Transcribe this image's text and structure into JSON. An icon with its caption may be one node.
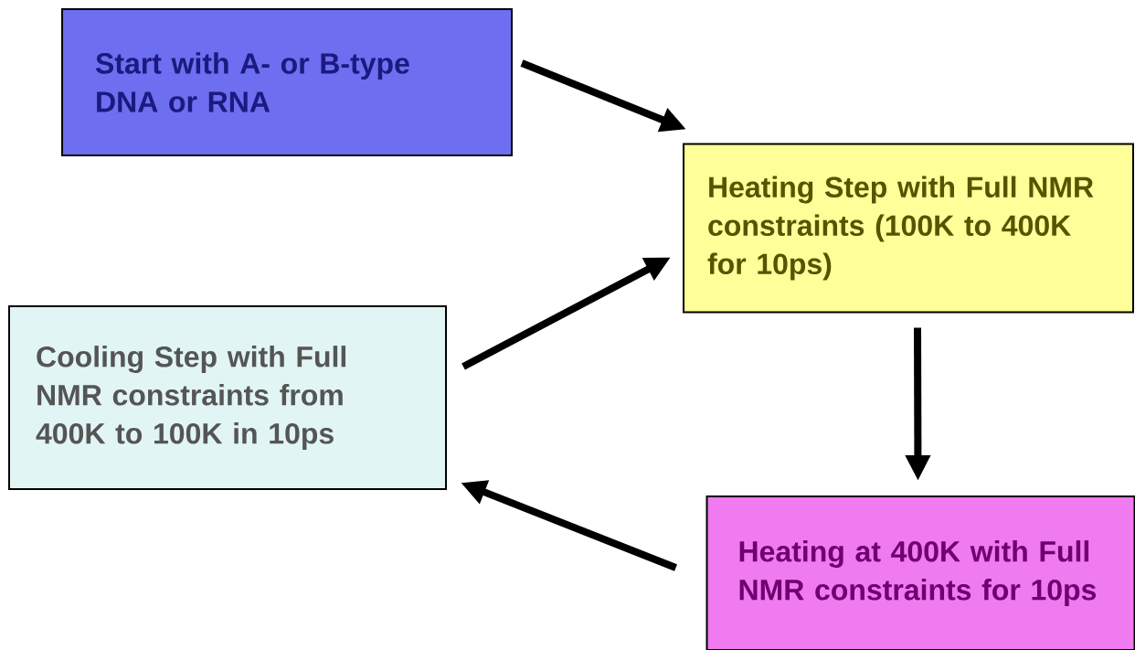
{
  "diagram": {
    "nodes": [
      {
        "text": [
          "Start with A- or B-type DNA or RNA"
        ]
      },
      {
        "text": [
          "Heating Step with Full NMR constraints (100K to 400K for 10ps)"
        ]
      },
      {
        "text": [
          "Cooling Step with Full NMR constraints from 400K to 100K in 10ps"
        ]
      },
      {
        "text": [
          "Heating at 400K with Full NMR constraints for 10ps"
        ]
      }
    ],
    "edges": [
      {
        "from": 0,
        "to": 1,
        "arrow": "to"
      },
      {
        "from": 2,
        "to": 1,
        "arrow": "to"
      },
      {
        "from": 1,
        "to": 3,
        "arrow": "to"
      },
      {
        "from": 3,
        "to": 2,
        "arrow": "to"
      }
    ]
  }
}
